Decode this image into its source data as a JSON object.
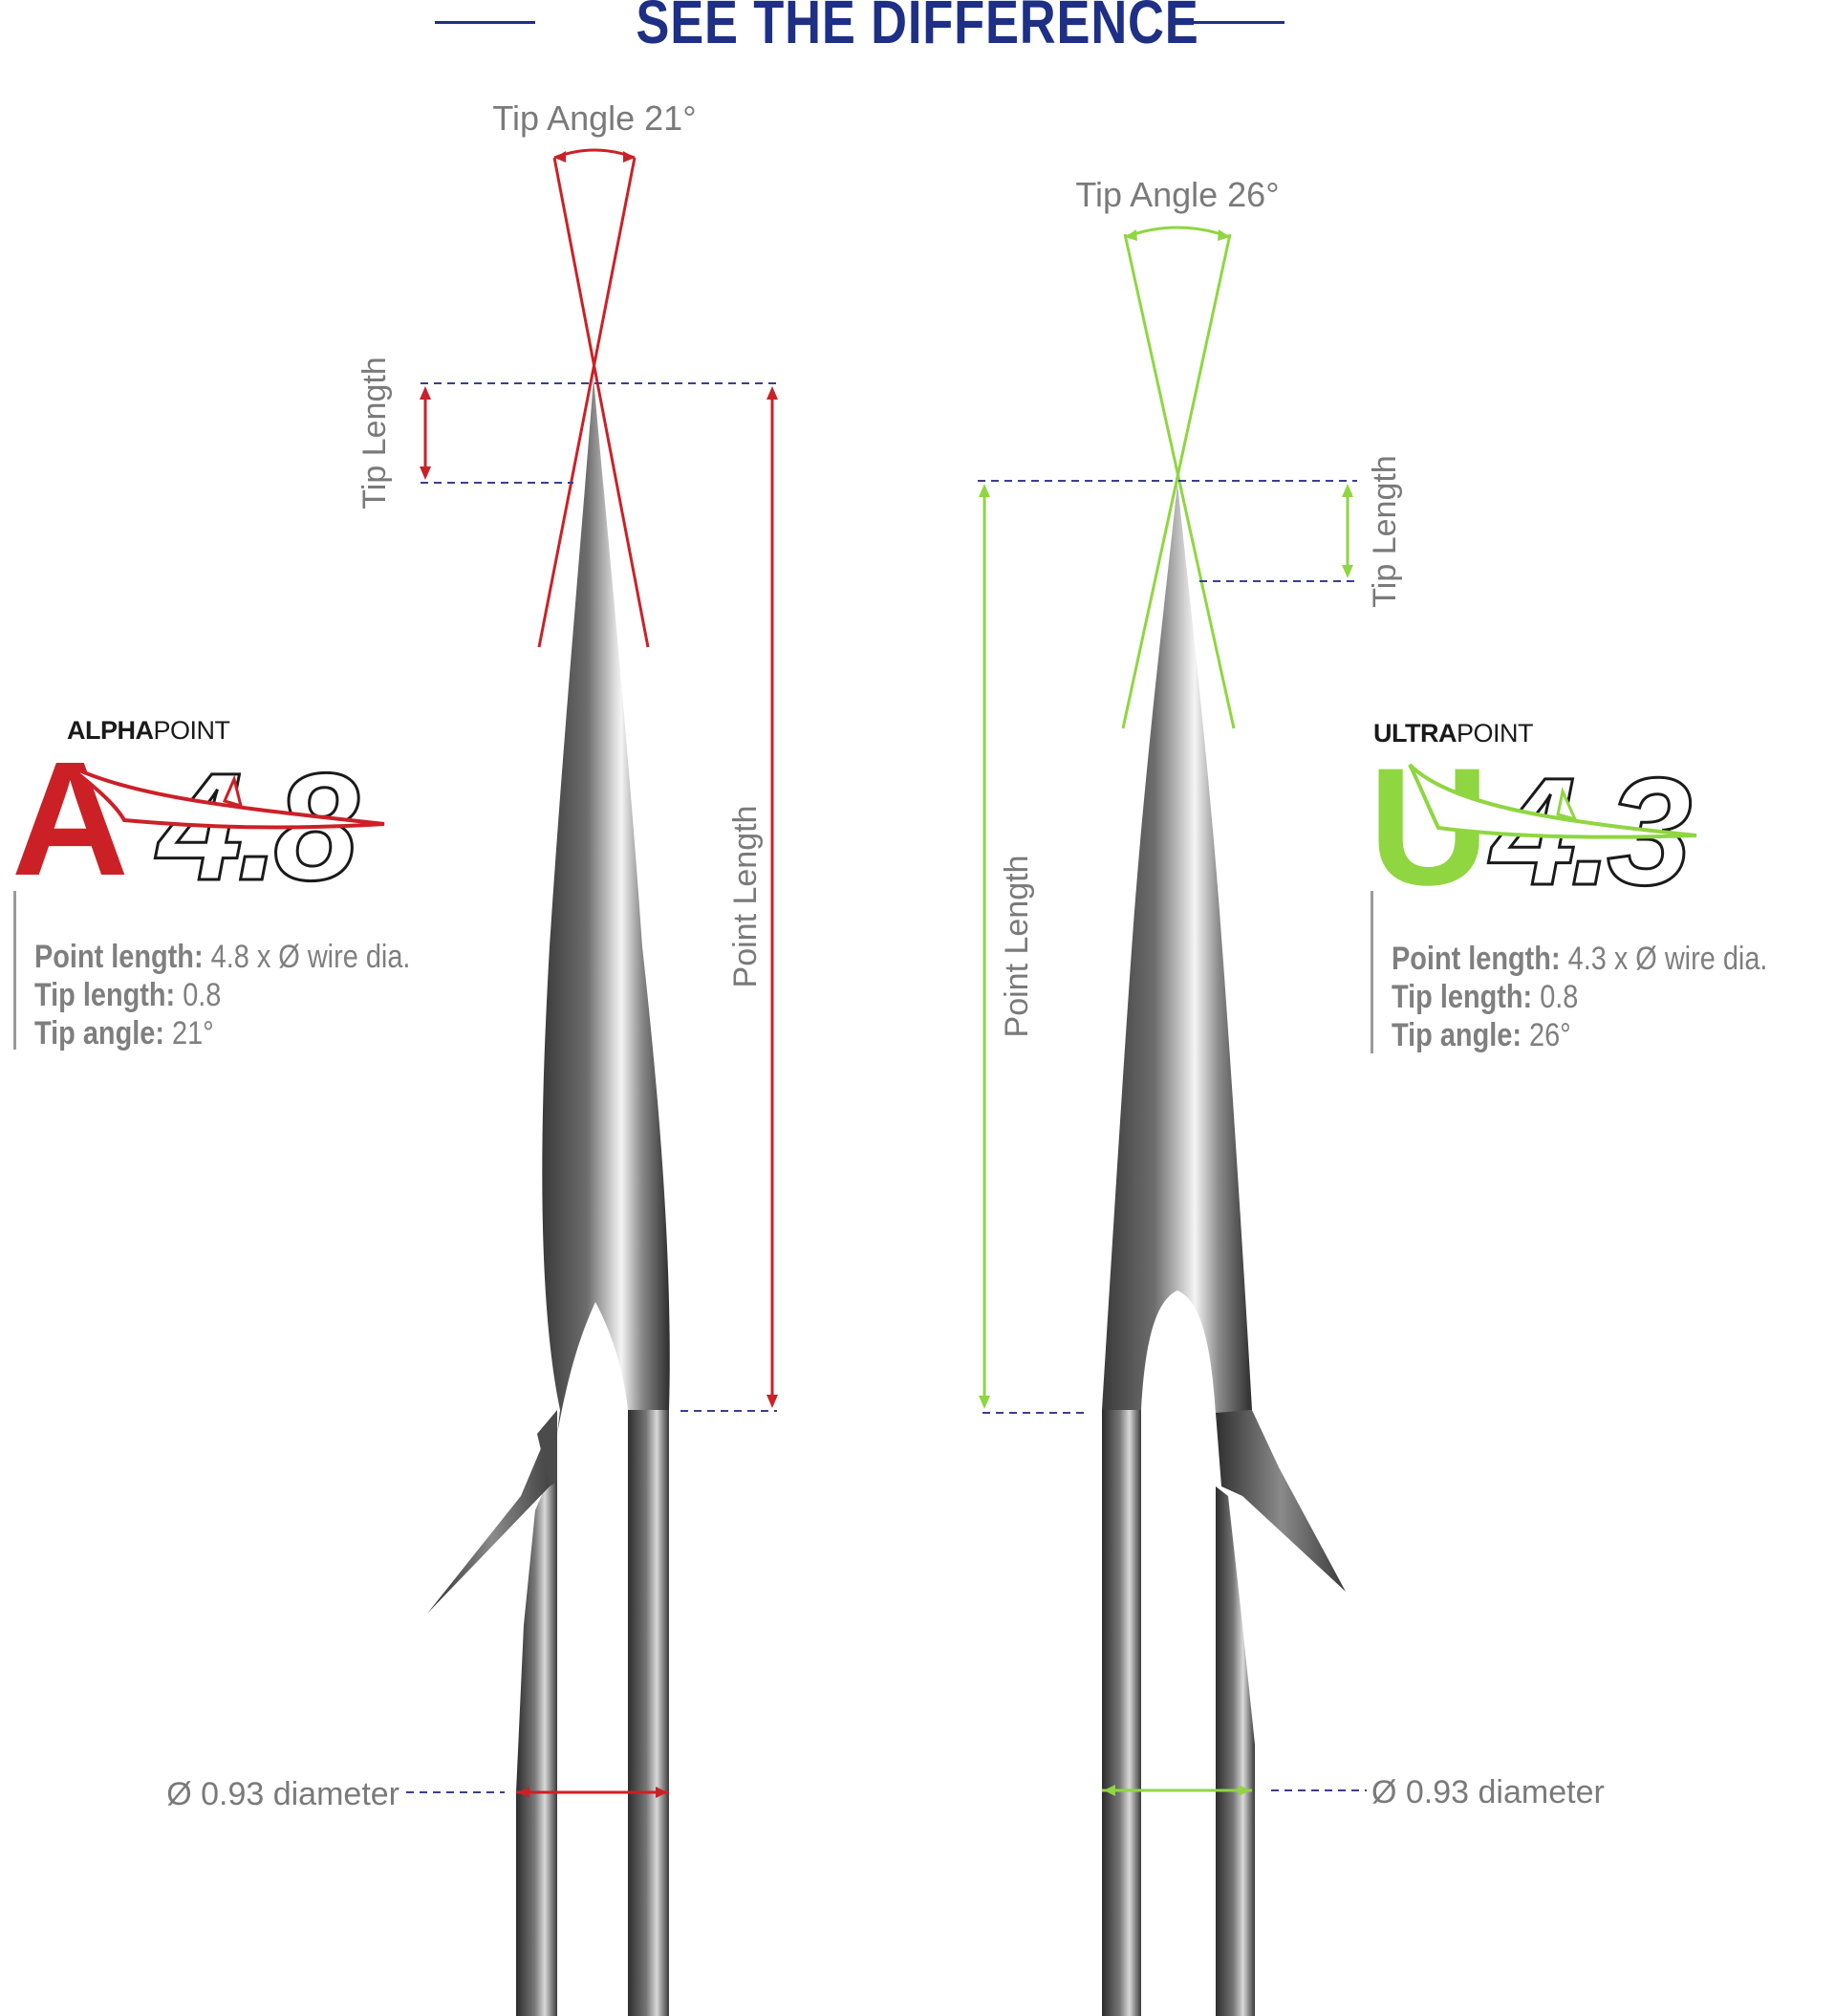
{
  "header": {
    "title": "SEE THE DIFFERENCE"
  },
  "colors": {
    "title_navy": "#1e2f86",
    "alpha_red": "#cc2027",
    "ultra_green": "#8fd641",
    "dashed_navy": "#3a3f8f",
    "label_gray": "#7a7a7a",
    "steel": "#6a6a6a"
  },
  "alpha": {
    "brand_bold": "ALPHA",
    "brand_light": "POINT",
    "logo_letter": "A",
    "logo_number": "4.8",
    "tip_angle_label": "Tip Angle 21°",
    "tip_length_label": "Tip Length",
    "point_length_label": "Point Length",
    "diameter_label": "Ø 0.93 diameter",
    "spec_point_length_key": "Point length:",
    "spec_point_length_val": "4.8 x Ø wire dia.",
    "spec_tip_length_key": "Tip length:",
    "spec_tip_length_val": "0.8",
    "spec_tip_angle_key": "Tip angle:",
    "spec_tip_angle_val": "21°",
    "icon": "alpha-point-hook-icon"
  },
  "ultra": {
    "brand_bold": "ULTRA",
    "brand_light": "POINT",
    "logo_letter": "U",
    "logo_number": "4.3",
    "tip_angle_label": "Tip Angle 26°",
    "tip_length_label": "Tip Length",
    "point_length_label": "Point Length",
    "diameter_label": "Ø 0.93 diameter",
    "spec_point_length_key": "Point length:",
    "spec_point_length_val": "4.3 x Ø wire dia.",
    "spec_tip_length_key": "Tip length:",
    "spec_tip_length_val": "0.8",
    "spec_tip_angle_key": "Tip angle:",
    "spec_tip_angle_val": "26°",
    "icon": "ultra-point-hook-icon"
  }
}
